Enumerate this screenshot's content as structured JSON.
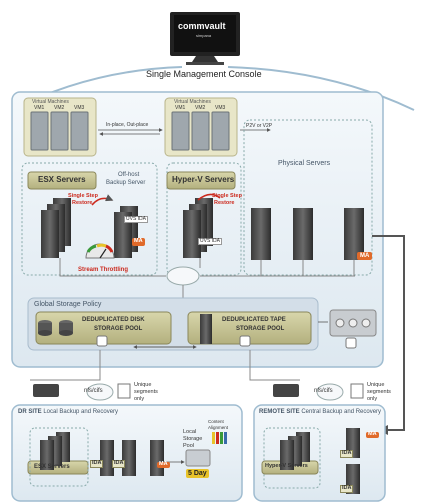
{
  "console": {
    "logo": "commvault",
    "logo_sub": "simpana",
    "caption": "Single Management Console"
  },
  "vm_left": {
    "title": "Virtual Machines",
    "vms": [
      "VM1",
      "VM2",
      "VM3"
    ]
  },
  "vm_right": {
    "title": "Virtual Machines",
    "vms": [
      "VM1",
      "VM2",
      "VM3"
    ]
  },
  "labels": {
    "inplace": "In-place, Out-place",
    "p2v": "P2V or V2P",
    "physical_servers": "Physical Servers",
    "esx_servers": "ESX Servers",
    "hyperv_servers": "Hyper-V Servers",
    "offhost_line1": "Off-host",
    "offhost_line2": "Backup Server",
    "single_step_1_line1": "Single Step",
    "single_step_1_line2": "Restore",
    "single_step_2_line1": "Single Step",
    "single_step_2_line2": "Restore",
    "uvs_ida_1": "UVS IDA",
    "uvs_ida_2": "UVS IDA",
    "ma": "MA",
    "ma_right": "MA",
    "stream_throttling": "Stream Throttling",
    "global_storage_policy": "Global Storage Policy",
    "dedup_disk_line1": "DEDUPLICATED DISK",
    "dedup_disk_line2": "STORAGE POOL",
    "dedup_tape_line1": "DEDUPLICATED TAPE",
    "dedup_tape_line2": "STORAGE POOL"
  },
  "dr_site": {
    "title_bold": "DR SITE",
    "title_rest": "Local Backup and Recovery",
    "nfs": "nfs/cifs",
    "unique_line1": "Unique",
    "unique_line2": "segments",
    "unique_line3": "only",
    "esx_servers": "ESX Servers",
    "ida1": "IDA",
    "ida2": "IDA",
    "ma": "MA",
    "local_storage_line1": "Local",
    "local_storage_line2": "Storage",
    "local_storage_line3": "Pool",
    "content_line1": "Content",
    "content_line2": "Alignment",
    "five_day": "5 Day"
  },
  "remote_site": {
    "title_bold": "REMOTE SITE",
    "title_rest": "Central Backup and Recovery",
    "nfs": "nfs/cifs",
    "unique_line1": "Unique",
    "unique_line2": "segments",
    "unique_line3": "only",
    "hyperv_servers": "Hyper-V Servers",
    "ma": "MA",
    "ida": "IDA",
    "ida2": "IDA"
  },
  "colors": {
    "site_bg": "#e6eff5",
    "site_border": "#9fbcd0",
    "olive": "#c9c79a",
    "olive_dark": "#8a875a",
    "red": "#cc2a1e",
    "ma_orange": "#e06a2a",
    "storage_bg": "#d3dee8"
  }
}
